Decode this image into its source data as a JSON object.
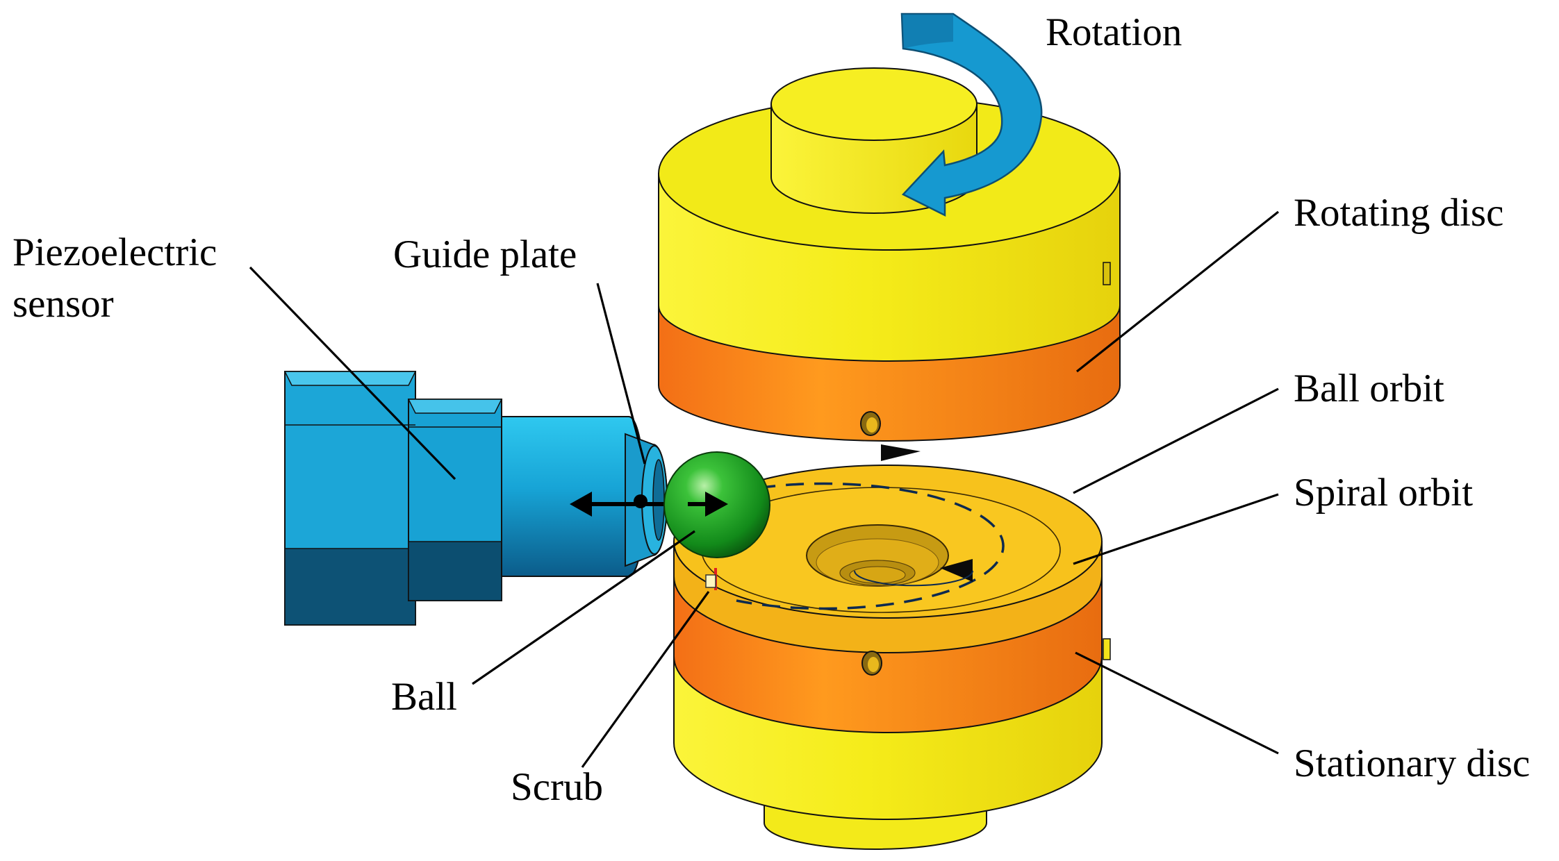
{
  "labels": {
    "rotation": "Rotation",
    "rotating_disc": "Rotating disc",
    "piezo_line1": "Piezoelectric",
    "piezo_line2": "sensor",
    "guide_plate": "Guide plate",
    "ball_orbit": "Ball orbit",
    "spiral_orbit": "Spiral orbit",
    "ball": "Ball",
    "scrub": "Scrub",
    "stationary_disc": "Stationary disc"
  },
  "colors": {
    "disc_yellow": "#f5ee1e",
    "disc_orange": "#f08018",
    "disc_top_gold": "#f7c21c",
    "sensor_blue": "#1aa7d6",
    "ball_green": "#22a82a",
    "rotation_arrow": "#1699d0",
    "orbit_dash": "#0d2a4f"
  }
}
